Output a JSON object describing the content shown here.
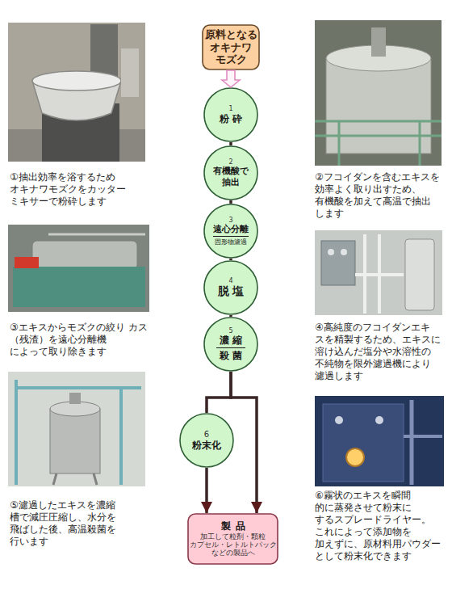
{
  "diagram": {
    "nodes": [
      {
        "text": [
          "原料となる オキナワ モズク"
        ]
      },
      {
        "text": [
          "1",
          "粉砕"
        ]
      },
      {
        "text": [
          "2",
          "有機酸で 抽出"
        ]
      },
      {
        "text": [
          "3",
          "遠心分離",
          "固形物濾過"
        ]
      },
      {
        "text": [
          "4",
          "脱塩"
        ]
      },
      {
        "text": [
          "5",
          "濃縮",
          "殺菌"
        ]
      },
      {
        "text": [
          "6",
          "粉末化"
        ]
      },
      {
        "text": [
          "製品",
          "加工して粒剤・顆粒 カプセル・レトルトパック などの製品へ"
        ]
      }
    ],
    "edges": [
      {
        "from": 0,
        "to": 1,
        "arrow": "to"
      },
      {
        "from": 1,
        "to": 2,
        "arrow": "none"
      },
      {
        "from": 2,
        "to": 3,
        "arrow": "none"
      },
      {
        "from": 3,
        "to": 4,
        "arrow": "none"
      },
      {
        "from": 4,
        "to": 5,
        "arrow": "none"
      },
      {
        "from": 5,
        "to": 6,
        "arrow": "none"
      },
      {
        "from": 5,
        "to": 7,
        "arrow": "to"
      },
      {
        "from": 6,
        "to": 7,
        "arrow": "to"
      }
    ],
    "labels": [
      "①抽出効率を浴するため オキナワモズクをカッター ミキサーで粉砕します",
      "②フコイダンを含むエキスを 効率よく取り出すため、 有機酸を加えて高温で抽出 します",
      "③エキスからモズクの絞り カス（残渣）を遠心分離機 によって取り除きます",
      "④高純度のフコイダンエキ スを精製するため、エキスに 溶け込んだ塩分や水溶性の 不純物を限外濾過機により 濾過します",
      "⑤濾過したエキスを濃縮 槽で減圧圧縮し、水分を 飛ばした後、高温殺菌を 行います",
      "⑥霧状のエキスを瞬間 的に蒸発させて粉末に するスプレードライヤー。 これによって添加物を 加えずに、原材料用パウダー として粉末化できます"
    ]
  }
}
